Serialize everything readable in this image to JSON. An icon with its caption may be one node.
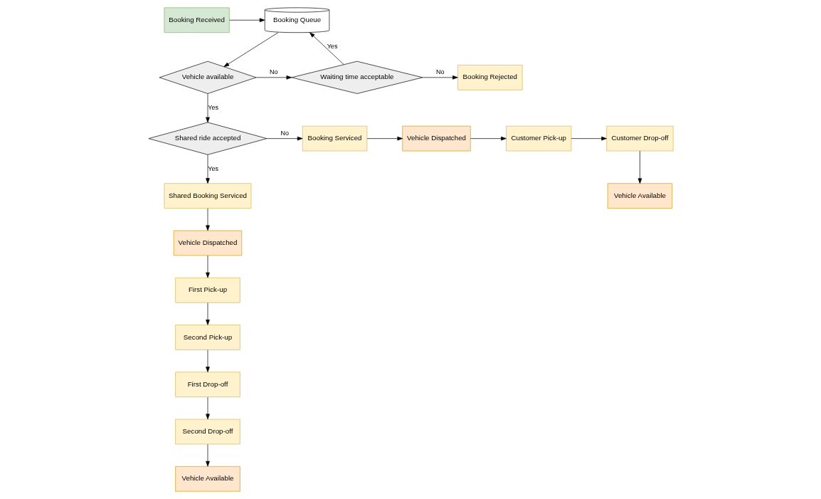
{
  "diagram": {
    "nodes": [
      {
        "text": [
          "Booking Received"
        ]
      },
      {
        "text": [
          "Booking Queue"
        ]
      },
      {
        "text": [
          "Vehicle available"
        ]
      },
      {
        "text": [
          "Waiting time acceptable"
        ]
      },
      {
        "text": [
          "Booking Rejected"
        ]
      },
      {
        "text": [
          "Shared ride accepted"
        ]
      },
      {
        "text": [
          "Booking Serviced"
        ]
      },
      {
        "text": [
          "Vehicle Dispatched"
        ]
      },
      {
        "text": [
          "Customer Pick-up"
        ]
      },
      {
        "text": [
          "Customer Drop-off"
        ]
      },
      {
        "text": [
          "Vehicle Available"
        ]
      },
      {
        "text": [
          "Shared Booking Serviced"
        ]
      },
      {
        "text": [
          "Second Pick-up"
        ]
      },
      {
        "text": [
          "First Drop-off"
        ]
      },
      {
        "text": [
          "Vehicle Dispatched"
        ]
      },
      {
        "text": [
          "First Pick-up"
        ]
      },
      {
        "text": [
          "Second Drop-off"
        ]
      },
      {
        "text": [
          "Vehicle Available"
        ]
      }
    ],
    "edges": [
      {
        "from": 0,
        "to": 1,
        "arrow": "to"
      },
      {
        "from": 1,
        "to": 2,
        "arrow": "to"
      },
      {
        "from": 2,
        "to": 3,
        "arrow": "to",
        "label": "No"
      },
      {
        "from": 3,
        "to": 1,
        "arrow": "to",
        "label": "Yes"
      },
      {
        "from": 3,
        "to": 4,
        "arrow": "to",
        "label": "No"
      },
      {
        "from": 2,
        "to": 5,
        "arrow": "to",
        "label": "Yes"
      },
      {
        "from": 5,
        "to": 6,
        "arrow": "to",
        "label": "No"
      },
      {
        "from": 6,
        "to": 7,
        "arrow": "to"
      },
      {
        "from": 7,
        "to": 8,
        "arrow": "to"
      },
      {
        "from": 8,
        "to": 9,
        "arrow": "to"
      },
      {
        "from": 9,
        "to": 10,
        "arrow": "to"
      },
      {
        "from": 5,
        "to": 11,
        "arrow": "to",
        "label": "Yes"
      },
      {
        "from": 11,
        "to": 14,
        "arrow": "to"
      },
      {
        "from": 14,
        "to": 15,
        "arrow": "to"
      },
      {
        "from": 15,
        "to": 12,
        "arrow": "to"
      },
      {
        "from": 12,
        "to": 13,
        "arrow": "to"
      },
      {
        "from": 13,
        "to": 16,
        "arrow": "to"
      },
      {
        "from": 16,
        "to": 17,
        "arrow": "to"
      }
    ]
  }
}
